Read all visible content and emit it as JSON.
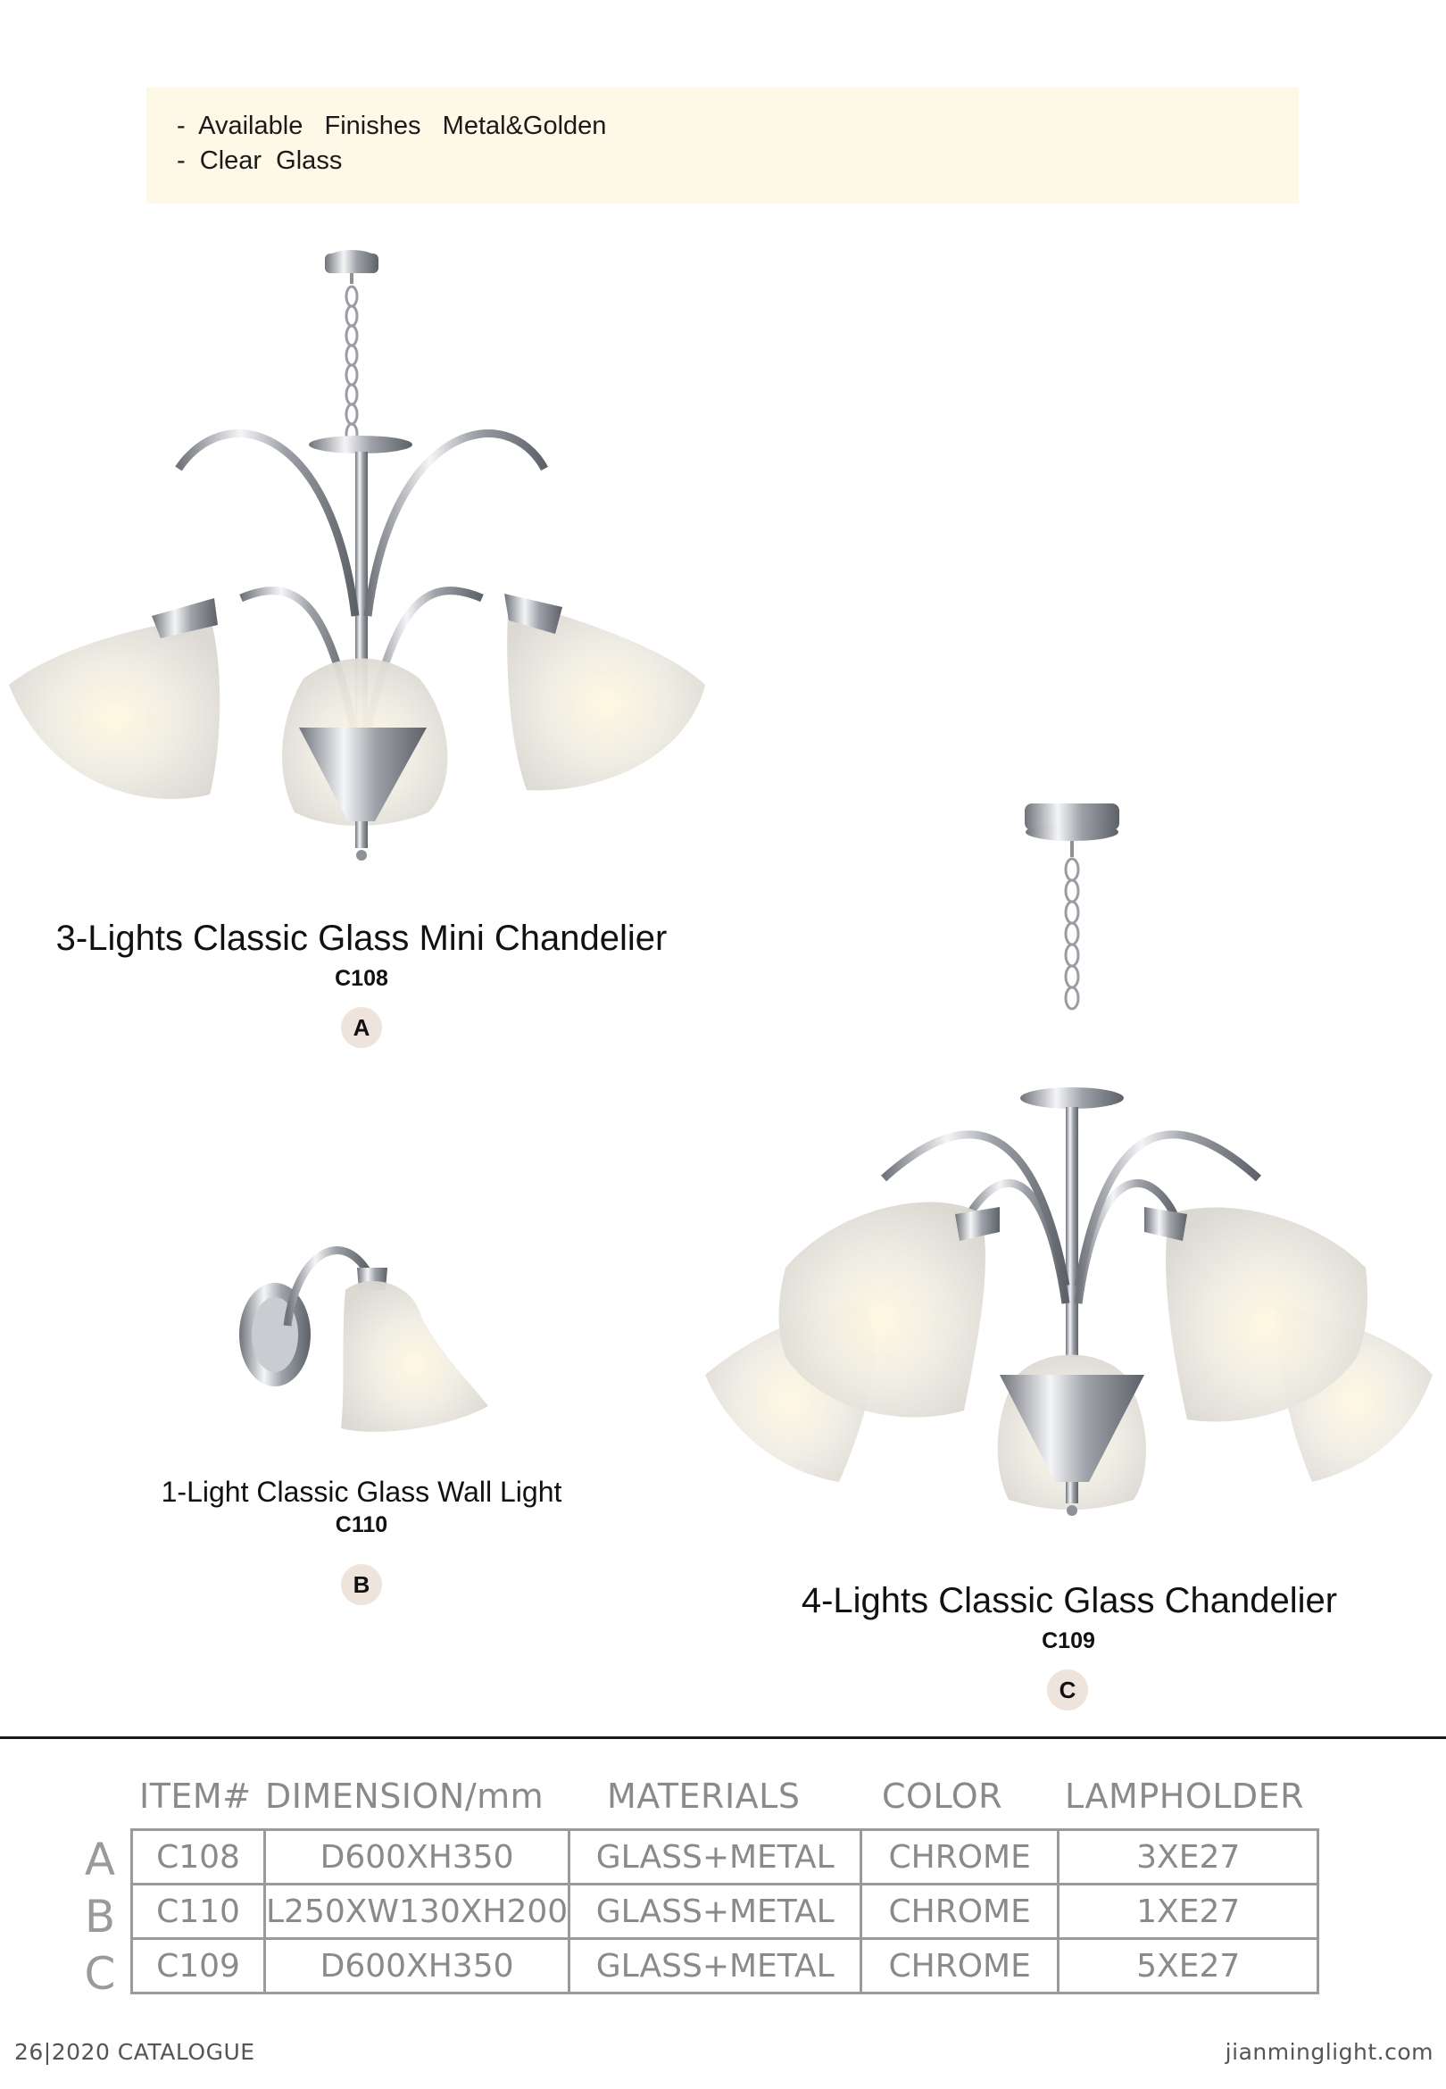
{
  "notes": [
    "-  Available   Finishes   Metal&Golden",
    "-  Clear  Glass"
  ],
  "products": [
    {
      "title": "3-Lights Classic Glass Mini Chandelier",
      "code": "C108",
      "letter": "A"
    },
    {
      "title": "1-Light Classic Glass Wall Light",
      "code": "C110",
      "letter": "B"
    },
    {
      "title": "4-Lights Classic Glass Chandelier",
      "code": "C109",
      "letter": "C"
    }
  ],
  "spec": {
    "headers": [
      "ITEM#",
      "DIMENSION/mm",
      "MATERIALS",
      "COLOR",
      "LAMPHOLDER"
    ],
    "rows": [
      {
        "letter": "A",
        "item": "C108",
        "dimension": "D600XH350",
        "materials": "GLASS+METAL",
        "color": "CHROME",
        "lampholder": "3XE27"
      },
      {
        "letter": "B",
        "item": "C110",
        "dimension": "L250XW130XH200",
        "materials": "GLASS+METAL",
        "color": "CHROME",
        "lampholder": "1XE27"
      },
      {
        "letter": "C",
        "item": "C109",
        "dimension": "D600XH350",
        "materials": "GLASS+METAL",
        "color": "CHROME",
        "lampholder": "5XE27"
      }
    ]
  },
  "footer": {
    "left": "26|2020 CATALOGUE",
    "right": "jianminglight.com"
  },
  "colors": {
    "note_background": "#fdf9e6",
    "badge": "#eee4dc",
    "table_text": "#8a8a8a",
    "chrome": "#b9bcc2",
    "glass": "#f3f1ea"
  }
}
